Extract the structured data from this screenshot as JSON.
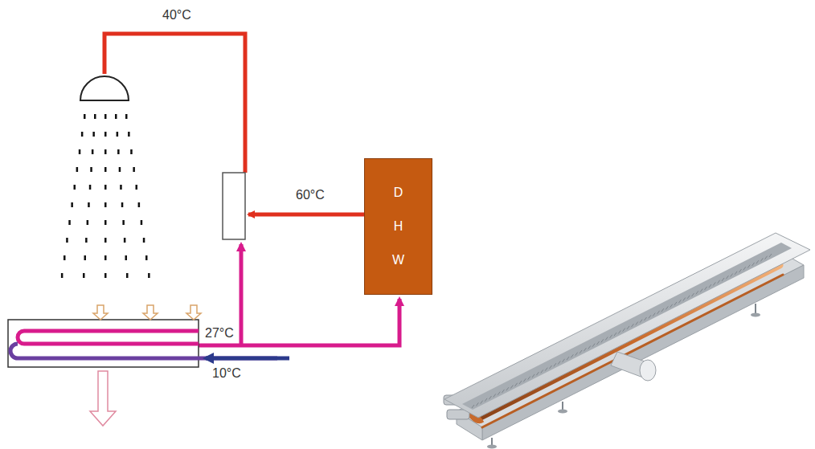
{
  "diagram": {
    "nodes": [
      {
        "text": [
          "D H W"
        ]
      }
    ],
    "labels": [
      "40°C",
      "60°C",
      "27°C",
      "10°C"
    ]
  }
}
